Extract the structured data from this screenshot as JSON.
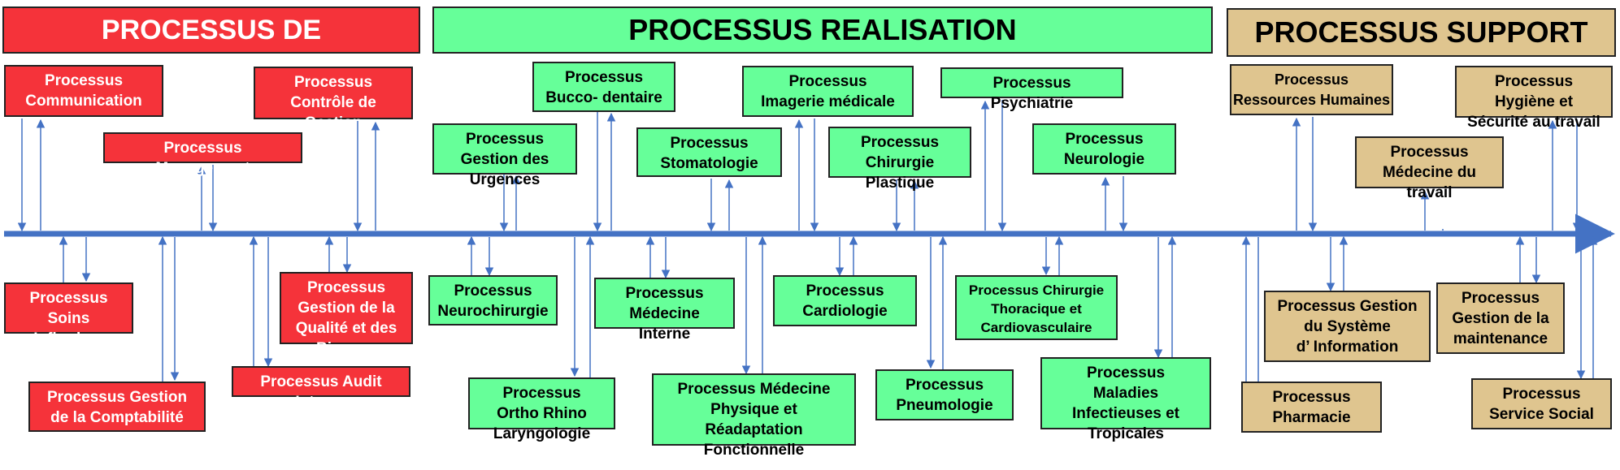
{
  "headers": {
    "pilotage": "PROCESSUS DE",
    "realisation": "PROCESSUS REALISATION",
    "support": "PROCESSUS SUPPORT"
  },
  "colors": {
    "red": "#f5333a",
    "green": "#66ff99",
    "tan": "#dfc58f",
    "axis": "#4472c4"
  },
  "pilotage": {
    "communication": "Processus\nCommunication",
    "controle": "Processus\nContrôle de\nGestion",
    "management": "Processus\nManagement",
    "soins": "Processus\nSoins\nInfirmiers",
    "comptabilite": "Processus Gestion\nde la Comptabilité",
    "qualite": "Processus\nGestion de la\nQualité et des\nRisques",
    "audit": "Processus Audit\nInterne"
  },
  "realisation": {
    "bucco": "Processus\nBucco- dentaire",
    "imagerie": "Processus\nImagerie médicale",
    "psychiatrie": "Processus\nPsychiatrie",
    "urgences": "Processus\nGestion des\nUrgences",
    "stomatologie": "Processus\nStomatologie",
    "chirurgie_plastique": "Processus\nChirurgie\nPlastique",
    "neurologie": "Processus\nNeurologie",
    "neurochirurgie": "Processus\nNeurochirurgie",
    "medecine_interne": "Processus\nMédecine\nInterne",
    "cardiologie": "Processus\nCardiologie",
    "chirurgie_thoracique": "Processus  Chirurgie\nThoracique et\nCardiovasculaire",
    "orl": "Processus\nOrtho Rhino\nLaryngologie",
    "medecine_physique": "Processus Médecine\nPhysique et\nRéadaptation\nFonctionnelle",
    "pneumologie": "Processus\nPneumologie",
    "maladies_infectieuses": "Processus\nMaladies\nInfectieuses et\nTropicales"
  },
  "support": {
    "rh": "Processus\nRessources Humaines",
    "hygiene": "Processus\nHygiène et\nSécurité au travail",
    "medecine_travail": "Processus\nMédecine du\ntravail",
    "si": "Processus Gestion\ndu Système\nd’ Information",
    "maintenance": "Processus\nGestion de la\nmaintenance",
    "pharmacie": "Processus\nPharmacie",
    "service_social": "Processus\nService Social"
  }
}
